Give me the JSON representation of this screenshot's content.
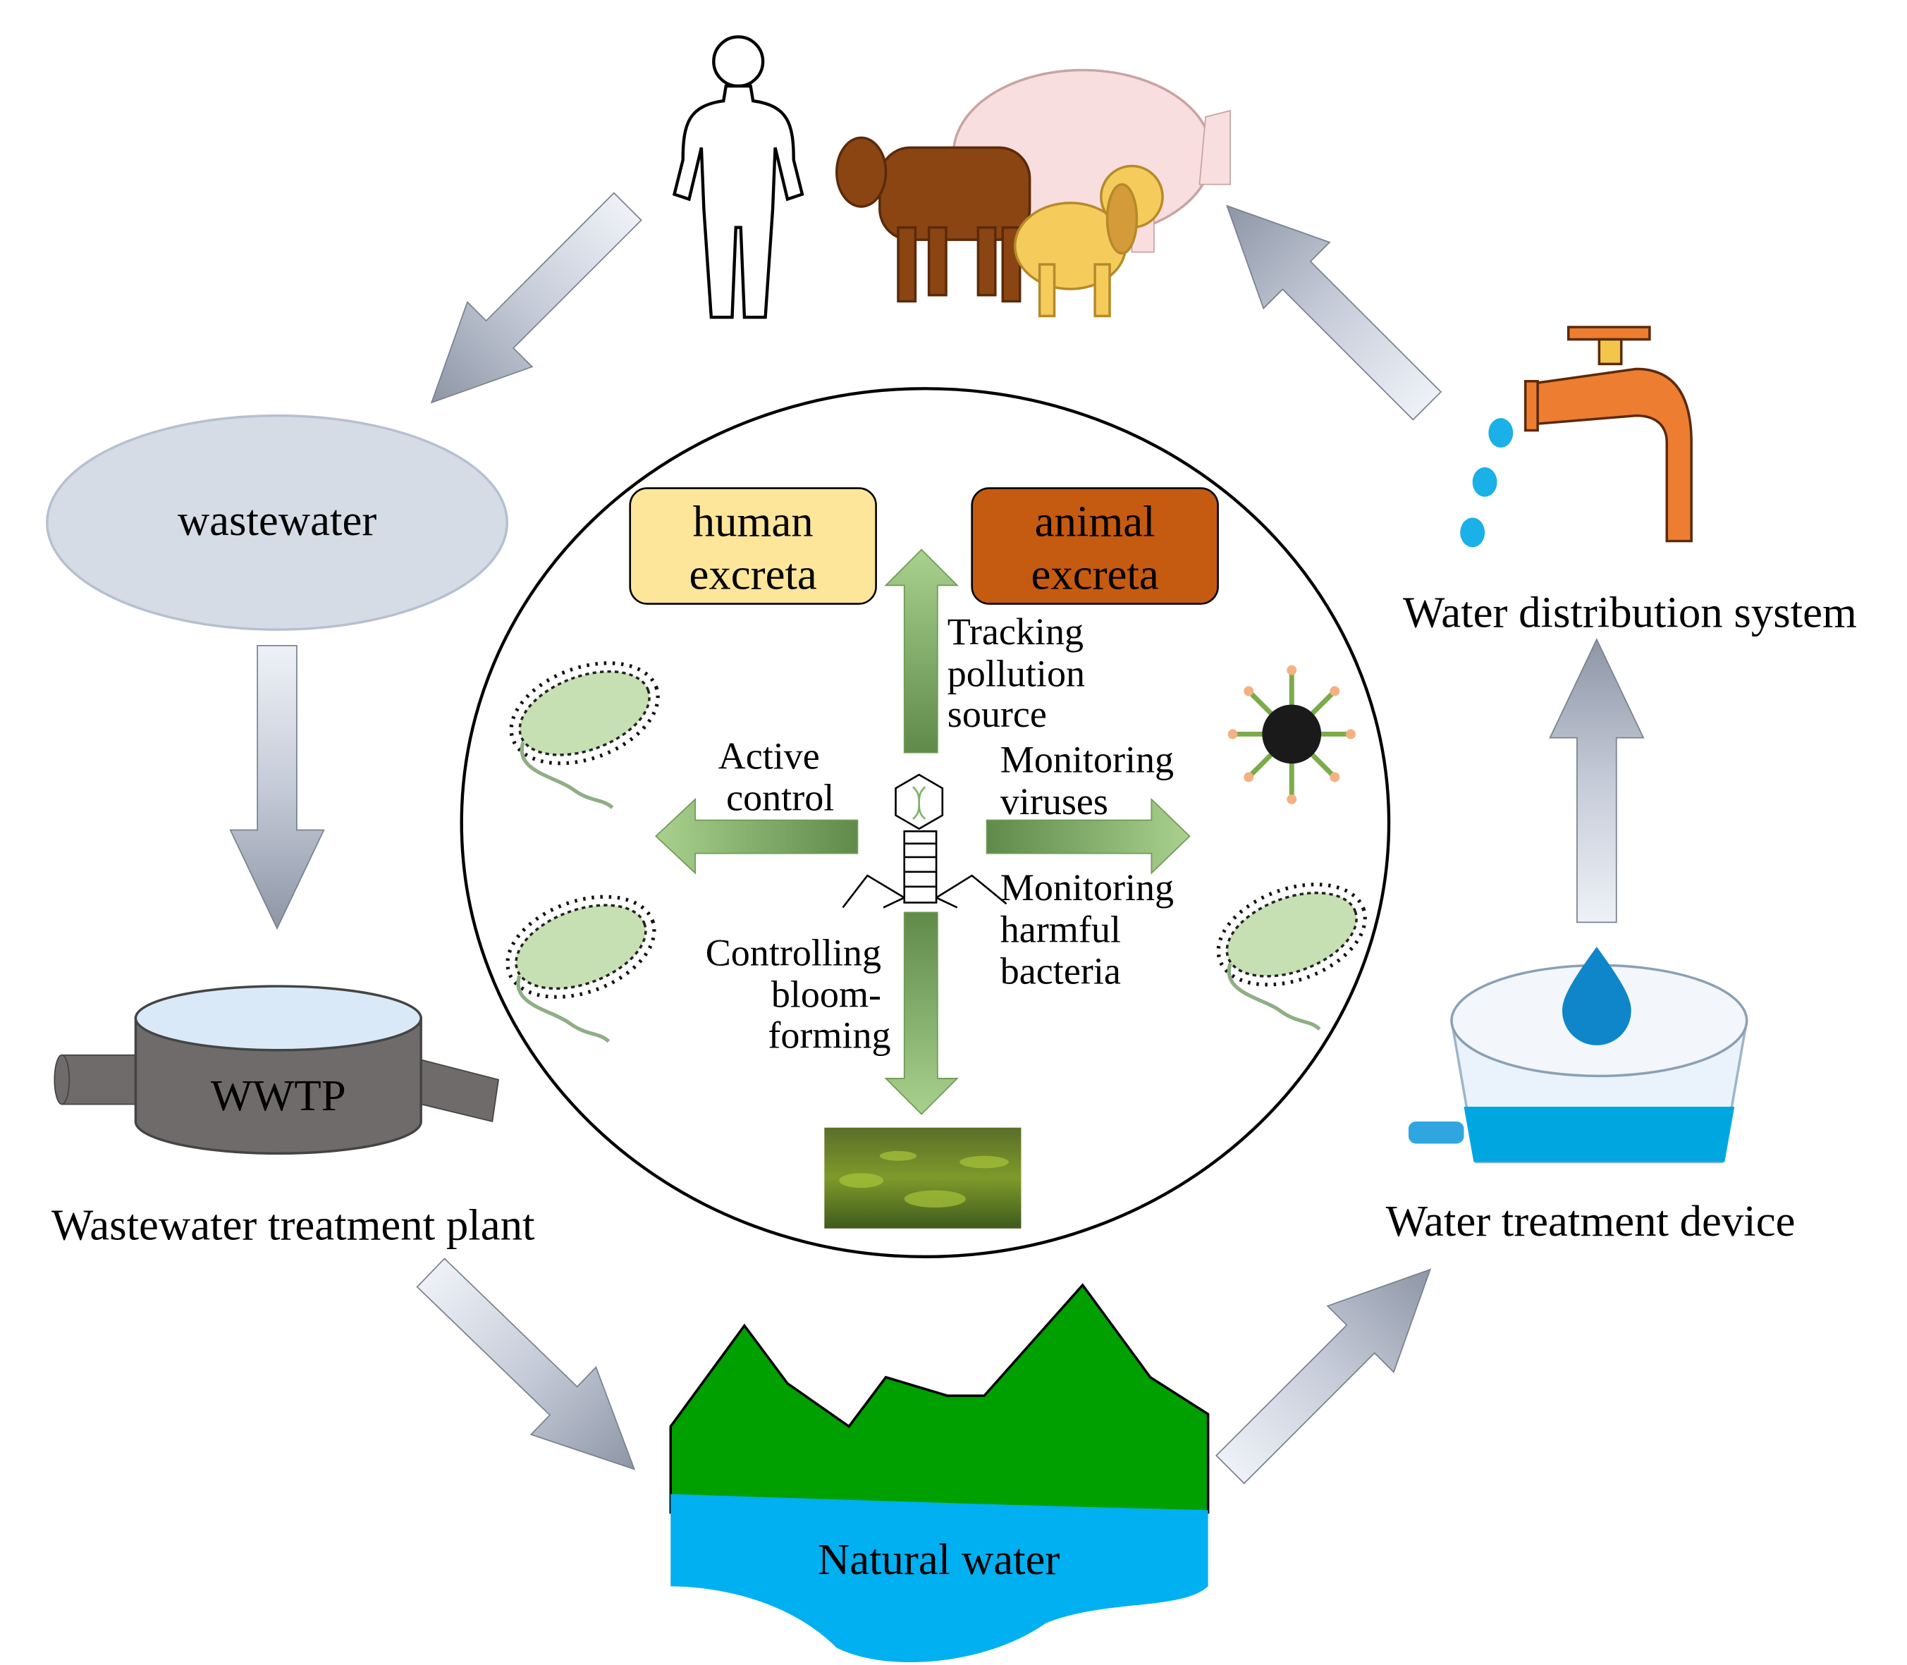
{
  "nodes": {
    "hosts": {
      "icons": [
        "human-icon",
        "cow-icon",
        "pig-icon",
        "dog-icon"
      ]
    },
    "wastewater": {
      "label": "wastewater",
      "color": "#d6dce6"
    },
    "wwtp": {
      "label": "WWTP",
      "caption": "Wastewater treatment plant",
      "color": "#6f6b6a"
    },
    "natural_water": {
      "label": "Natural water",
      "mountain_color": "#00a000",
      "water_color": "#00b0f0"
    },
    "treatment_device": {
      "caption": "Water treatment device"
    },
    "distribution": {
      "caption": "Water distribution system",
      "faucet_color": "#ed7d31"
    }
  },
  "center": {
    "human_excreta": {
      "line1": "human",
      "line2": "excreta",
      "color": "#fde59a"
    },
    "animal_excreta": {
      "line1": "animal",
      "line2": "excreta",
      "color": "#c55a11"
    },
    "up": {
      "line1": "Tracking",
      "line2": "pollution",
      "line3": "source"
    },
    "left": {
      "line1": "Active",
      "line2": "control"
    },
    "right_top": {
      "line1": "Monitoring",
      "line2": "viruses"
    },
    "right_bottom": {
      "line1": "Monitoring",
      "line2": "harmful",
      "line3": "bacteria"
    },
    "down": {
      "line1": "Controlling",
      "line2": "bloom-",
      "line3": "forming"
    },
    "arrow_color_light": "#a9d18e",
    "arrow_color_dark": "#5f8a4a"
  }
}
